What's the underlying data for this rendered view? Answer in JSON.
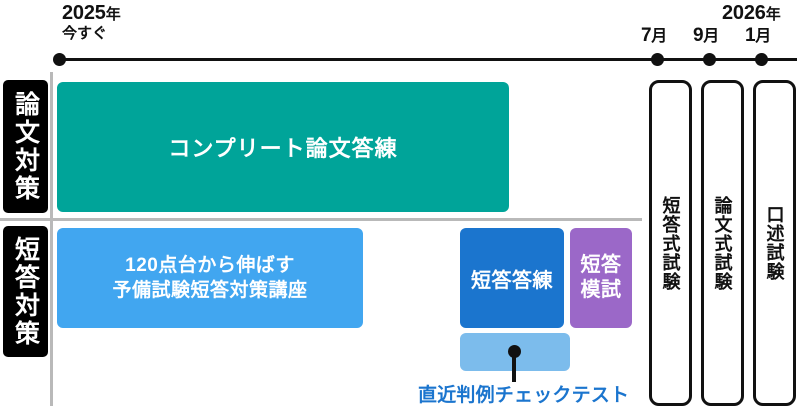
{
  "timeline": {
    "axis_start_label": {
      "year": "2025",
      "year_suffix": "年",
      "sub": "今すぐ"
    },
    "milestones": [
      {
        "label": "7月",
        "month": "7",
        "suffix": "月"
      },
      {
        "label": "9月",
        "month": "9",
        "suffix": "月"
      },
      {
        "label": "1月",
        "month": "1",
        "suffix": "月",
        "year": "2026",
        "year_suffix": "年"
      }
    ]
  },
  "sections": [
    {
      "id": "essay",
      "label": "論文対策"
    },
    {
      "id": "short",
      "label": "短答対策"
    }
  ],
  "courses": {
    "essay_complete": "コンプリート論文答練",
    "short_course_line1": "120点台から伸ばす",
    "short_course_line2": "予備試験短答対策講座",
    "short_tanren": "短答答練",
    "short_moshi_line1": "短答",
    "short_moshi_line2": "模試",
    "case_check_callout": "直近判例チェックテスト"
  },
  "exams": [
    {
      "label": "短答式試験"
    },
    {
      "label": "論文式試験"
    },
    {
      "label": "口述試験"
    }
  ],
  "colors": {
    "teal": "#00A499",
    "light_blue": "#41A6F0",
    "blue": "#1B75CE",
    "purple": "#9B68C8",
    "pale_blue": "#7CBCEC",
    "black": "#000000",
    "divider_gray": "#B9B9B9"
  }
}
